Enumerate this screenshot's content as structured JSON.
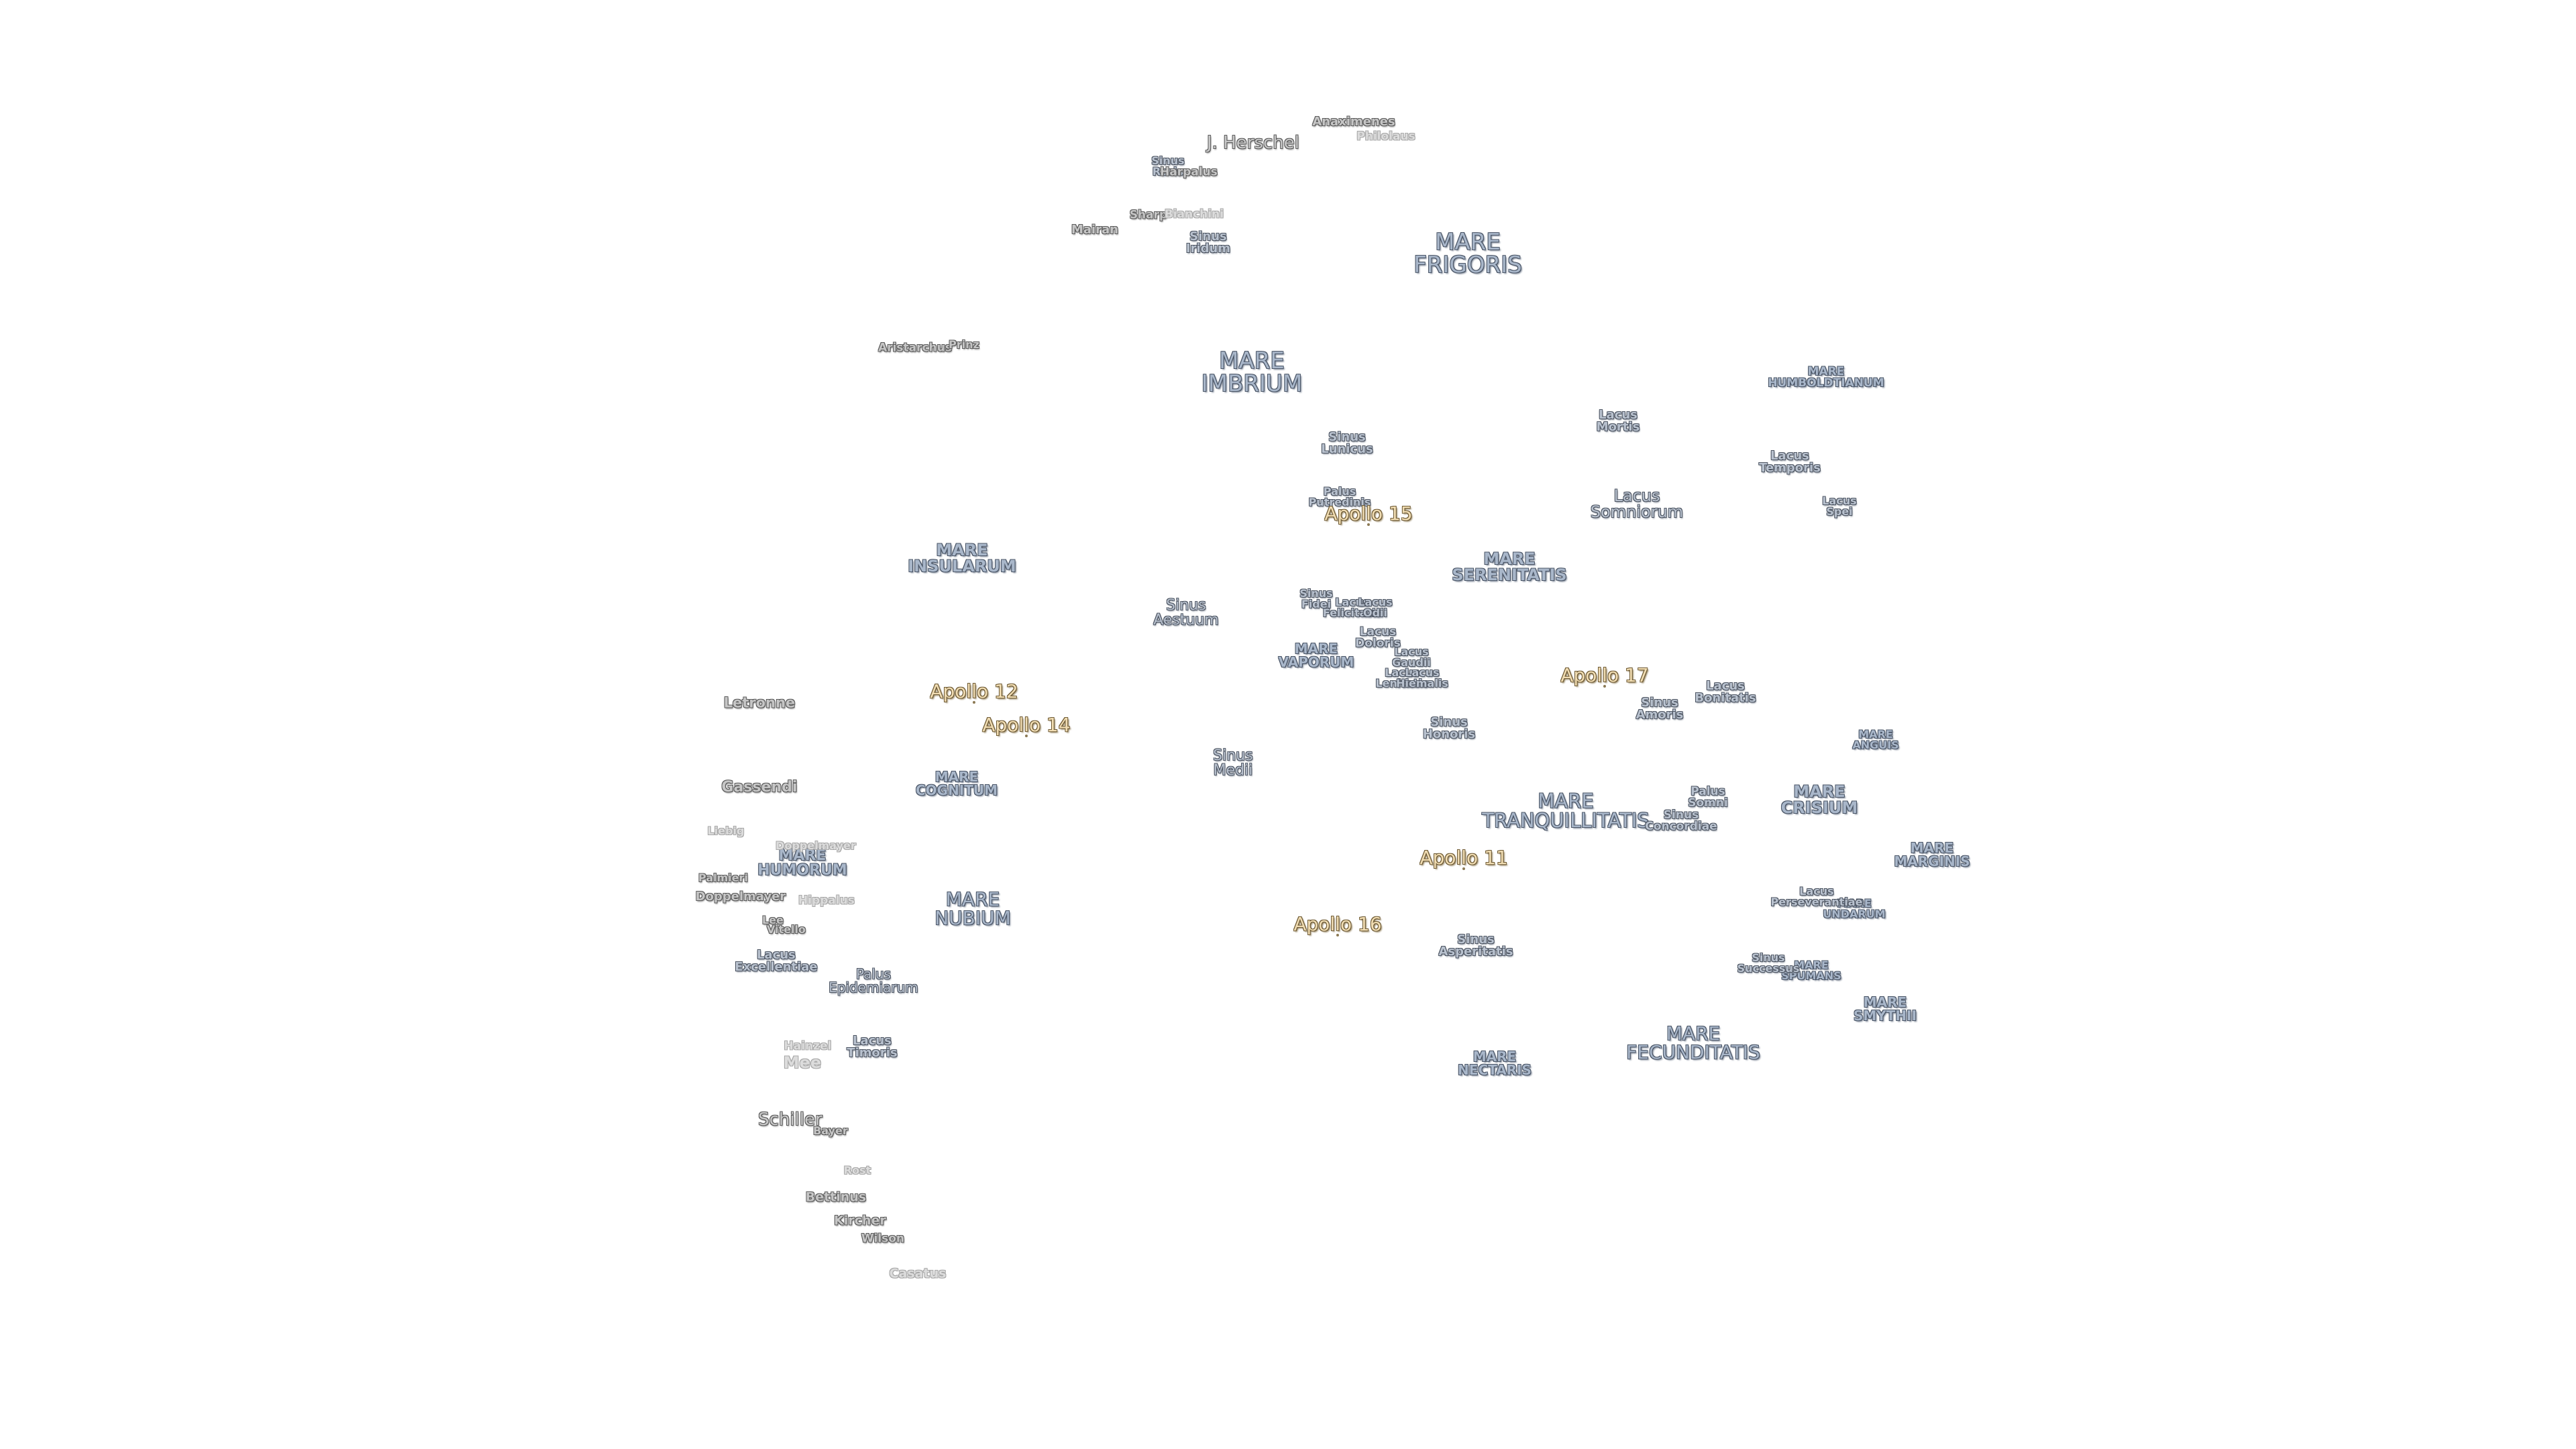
{
  "maria": {
    "frigoris": "MARE\nFRIGORIS",
    "imbrium": "MARE\nIMBRIUM",
    "insularum": "MARE\nINSULARUM",
    "serenitatis": "MARE\nSERENITATIS",
    "vaporum": "MARE\nVAPORUM",
    "cognitum": "MARE\nCOGNITUM",
    "humorum": "MARE\nHUMORUM",
    "nubium": "MARE\nNUBIUM",
    "tranquillitatis": "MARE\nTRANQUILLITATIS",
    "crisium": "MARE\nCRISIUM",
    "anguis": "MARE\nANGUIS",
    "marginis": "MARE\nMARGINIS",
    "undarum": "MARE\nUNDARUM",
    "spumans": "MARE\nSPUMANS",
    "smythii": "MARE\nSMYTHII",
    "nectaris": "MARE\nNECTARIS",
    "fecunditatis": "MARE\nFECUNDITATIS",
    "humboldtianum": "MARE\nHUMBOLDTIANUM"
  },
  "features": {
    "sinus_roris": "Sinus\nRoris",
    "sinus_iridum": "Sinus\nIridum",
    "sinus_lunicus": "Sinus\nLunicus",
    "palus_putredinis": "Palus\nPutredinis",
    "lacus_mortis": "Lacus\nMortis",
    "lacus_temporis": "Lacus\nTemporis",
    "lacus_spei": "Lacus\nSpei",
    "lacus_somniorum": "Lacus\nSomniorum",
    "sinus_aestuum": "Sinus\nAestuum",
    "sinus_fidei": "Sinus\nFidei",
    "lacus_felicitatis": "Lacus\nFelicitatis",
    "lacus_odii": "Lacus\nOdii",
    "lacus_doloris": "Lacus\nDoloris",
    "lacus_gaudii": "Lacus\nGaudii",
    "lacus_lenitatis": "Lacus\nLenitatis",
    "lacus_hiemalis": "Lacus\nHiemalis",
    "sinus_honoris": "Sinus\nHonoris",
    "sinus_amoris": "Sinus\nAmoris",
    "lacus_bonitatis": "Lacus\nBonitatis",
    "sinus_medii": "Sinus\nMedii",
    "palus_somni": "Palus\nSomni",
    "sinus_concordiae": "Sinus\nConcordiae",
    "lacus_perseverantiae": "Lacus\nPerseverantiae",
    "sinus_successus": "Sinus\nSuccessus",
    "sinus_asperitatis": "Sinus\nAsperitatis",
    "lacus_excellentiae": "Lacus\nExcellentiae",
    "palus_epidemiarum": "Palus\nEpidemiarum",
    "lacus_timoris": "Lacus\nTimoris"
  },
  "craters": {
    "anaximenes": "Anaximenes",
    "philolaus": "Philolaus",
    "j_herschel": "J. Herschel",
    "harpalus": "Harpalus",
    "sharp": "Sharp",
    "bianchini": "Bianchini",
    "mairan": "Mairan",
    "aristarchus": "Aristarchus",
    "prinz": "Prinz",
    "letronne": "Letronne",
    "gassendi": "Gassendi",
    "liebig": "Liebig",
    "doppelmayer_faint": "Doppelmayer",
    "palmieri": "Palmieri",
    "doppelmayer": "Doppelmayer",
    "hippalus": "Hippalus",
    "lee": "Lee",
    "vitello": "Vitello",
    "hainzel": "Hainzel",
    "mee": "Mee",
    "schiller": "Schiller",
    "bayer": "Bayer",
    "rost": "Rost",
    "bettinus": "Bettinus",
    "kircher": "Kircher",
    "wilson": "Wilson",
    "casatus": "Casatus"
  },
  "apollo": {
    "a11": "Apollo 11",
    "a12": "Apollo 12",
    "a14": "Apollo 14",
    "a15": "Apollo 15",
    "a16": "Apollo 16",
    "a17": "Apollo 17"
  },
  "colors": {
    "background": "#ffffff",
    "mare_fill": "#a9b7ca",
    "apollo_fill": "#f1ddb3",
    "crater_fill": "#c6c6c6"
  }
}
